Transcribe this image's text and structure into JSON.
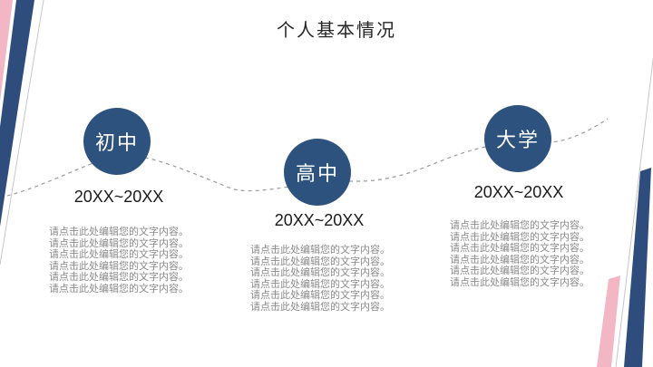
{
  "slide": {
    "title": "个人基本情况",
    "milestones": [
      {
        "stage": "初中",
        "period": "20XX~20XX",
        "description": "请点击此处编辑您的文字内容。请点击此处编辑您的文字内容。请点击此处编辑您的文字内容。请点击此处编辑您的文字内容。请点击此处编辑您的文字内容。请点击此处编辑您的文字内容。"
      },
      {
        "stage": "高中",
        "period": "20XX~20XX",
        "description": "请点击此处编辑您的文字内容。请点击此处编辑您的文字内容。请点击此处编辑您的文字内容。请点击此处编辑您的文字内容。请点击此处编辑您的文字内容。请点击此处编辑您的文字内容。"
      },
      {
        "stage": "大学",
        "period": "20XX~20XX",
        "description": "请点击此处编辑您的文字内容。请点击此处编辑您的文字内容。请点击此处编辑您的文字内容。请点击此处编辑您的文字内容。请点击此处编辑您的文字内容。请点击此处编辑您的文字内容。"
      }
    ],
    "colors": {
      "circle_fill": "#2d527e",
      "circle_text": "#ffffff",
      "stripe_blue": "#2e4d7c",
      "stripe_pink": "#f2b6c4",
      "thin_line": "#c4c6ca",
      "dash_line": "#9a9a9a",
      "title_text": "#262626",
      "period_text": "#1a1a1a",
      "body_text": "#8a8a8a"
    }
  }
}
